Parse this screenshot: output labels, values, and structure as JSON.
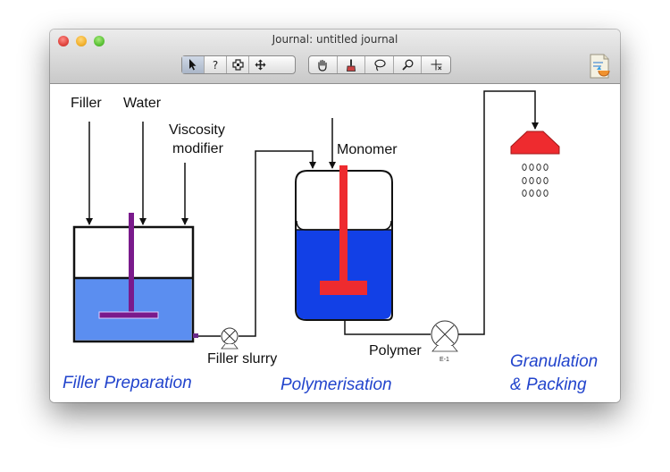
{
  "window": {
    "title": "Journal: untitled journal"
  },
  "toolbar": {
    "group1": [
      {
        "name": "pointer-tool-button",
        "icon": "arrow-pointer-icon",
        "active": true
      },
      {
        "name": "help-tool-button",
        "icon": "question-icon",
        "glyph": "?"
      },
      {
        "name": "zoom-frame-tool-button",
        "icon": "frame-icon"
      },
      {
        "name": "move-tool-button",
        "icon": "four-way-arrow-icon"
      }
    ],
    "group2": [
      {
        "name": "hand-tool-button",
        "icon": "hand-icon"
      },
      {
        "name": "brush-tool-button",
        "icon": "brush-icon"
      },
      {
        "name": "lasso-tool-button",
        "icon": "lasso-icon"
      },
      {
        "name": "magnify-tool-button",
        "icon": "magnifier-icon"
      },
      {
        "name": "crosshair-tool-button",
        "icon": "crosshair-icon"
      }
    ]
  },
  "diagram": {
    "labels": {
      "filler": "Filler",
      "water": "Water",
      "viscosity_1": "Viscosity",
      "viscosity_2": "modifier",
      "monomer": "Monomer",
      "filler_slurry": "Filler slurry",
      "polymer": "Polymer",
      "pump_tag": "E-1"
    },
    "sections": {
      "filler_prep": "Filler Preparation",
      "polymerisation": "Polymerisation",
      "granulation_1": "Granulation",
      "granulation_2": "& Packing"
    },
    "colors": {
      "liquid_blue": "#5b8ef0",
      "reactor_blue": "#1240e6",
      "agitator_purple": "#7a1a8c",
      "agitator_red": "#ee2b2f",
      "granulator_red": "#ee2b2f",
      "section_text": "#2244cc"
    }
  }
}
